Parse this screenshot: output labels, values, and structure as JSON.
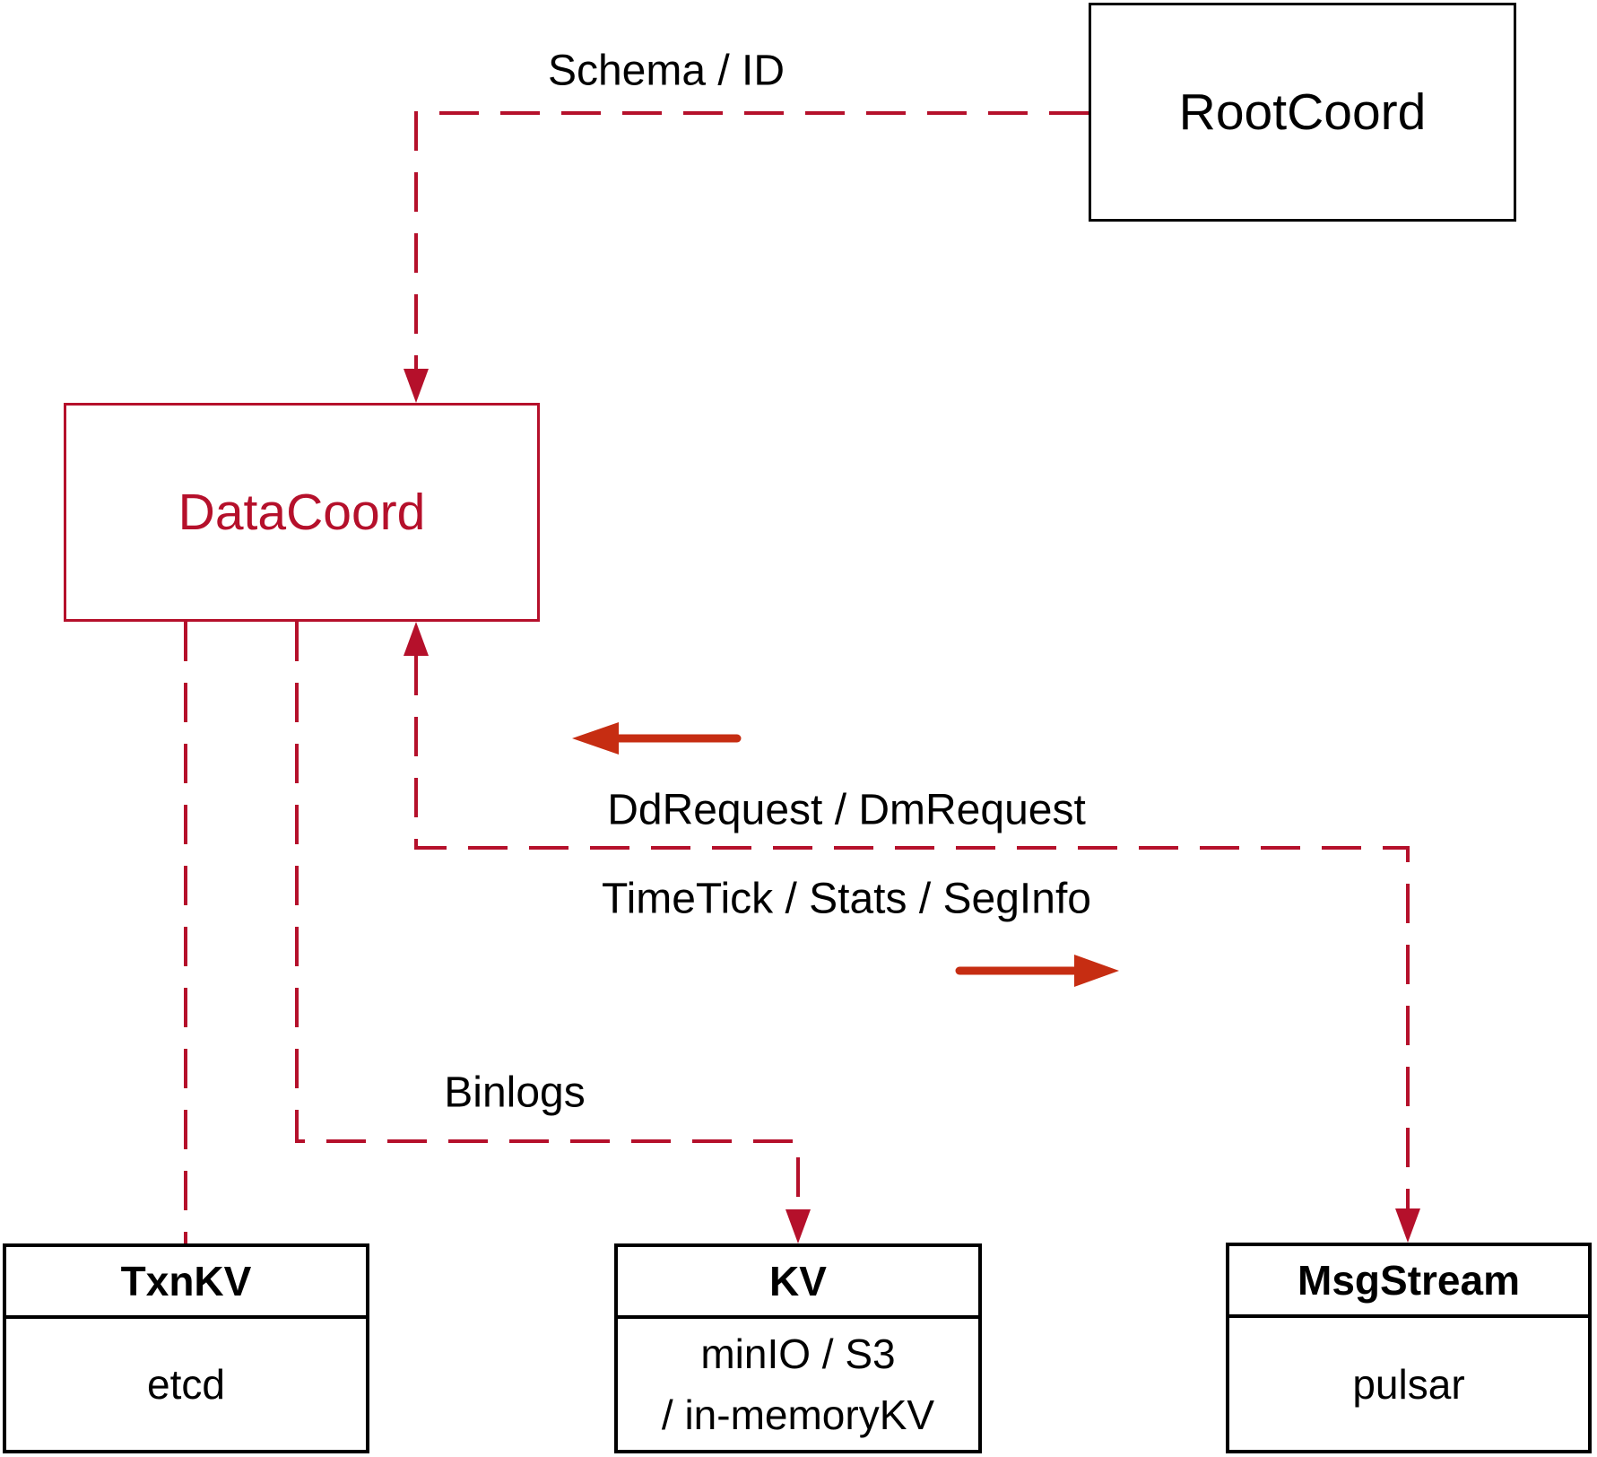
{
  "colors": {
    "crimson": "#b5102b",
    "arrow_red": "#c62d12",
    "ink": "#000000",
    "background": "#ffffff"
  },
  "nodes": {
    "root_coord": {
      "label": "RootCoord"
    },
    "data_coord": {
      "label": "DataCoord"
    },
    "txn_kv": {
      "header": "TxnKV",
      "body": "etcd"
    },
    "kv": {
      "header": "KV",
      "body_line1": "minIO / S3",
      "body_line2": "/ in-memoryKV"
    },
    "msg_stream": {
      "header": "MsgStream",
      "body": "pulsar"
    }
  },
  "edge_labels": {
    "schema_id": "Schema / ID",
    "dd_request": "DdRequest / DmRequest",
    "time_tick": "TimeTick / Stats / SegInfo",
    "binlogs": "Binlogs"
  }
}
